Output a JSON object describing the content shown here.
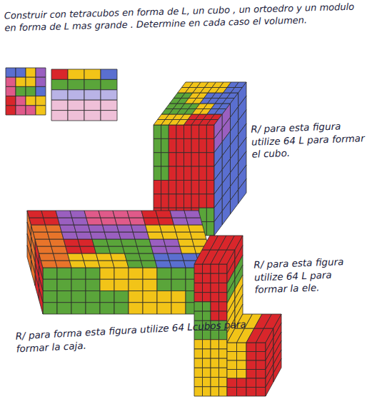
{
  "diagram": {
    "title": "Construir con tetracubos en forma de L, un cubo , un ortoedro y un modulo en forma de L mas grande . Determine en cada caso el volumen.",
    "labels": [
      "R/ para esta figura utilize 64 L para formar el cubo.",
      "R/ para forma esta figura utilize 64 Lcubos para formar la caja.",
      "R/ para esta figura utilize 64 L para formar la ele."
    ]
  }
}
